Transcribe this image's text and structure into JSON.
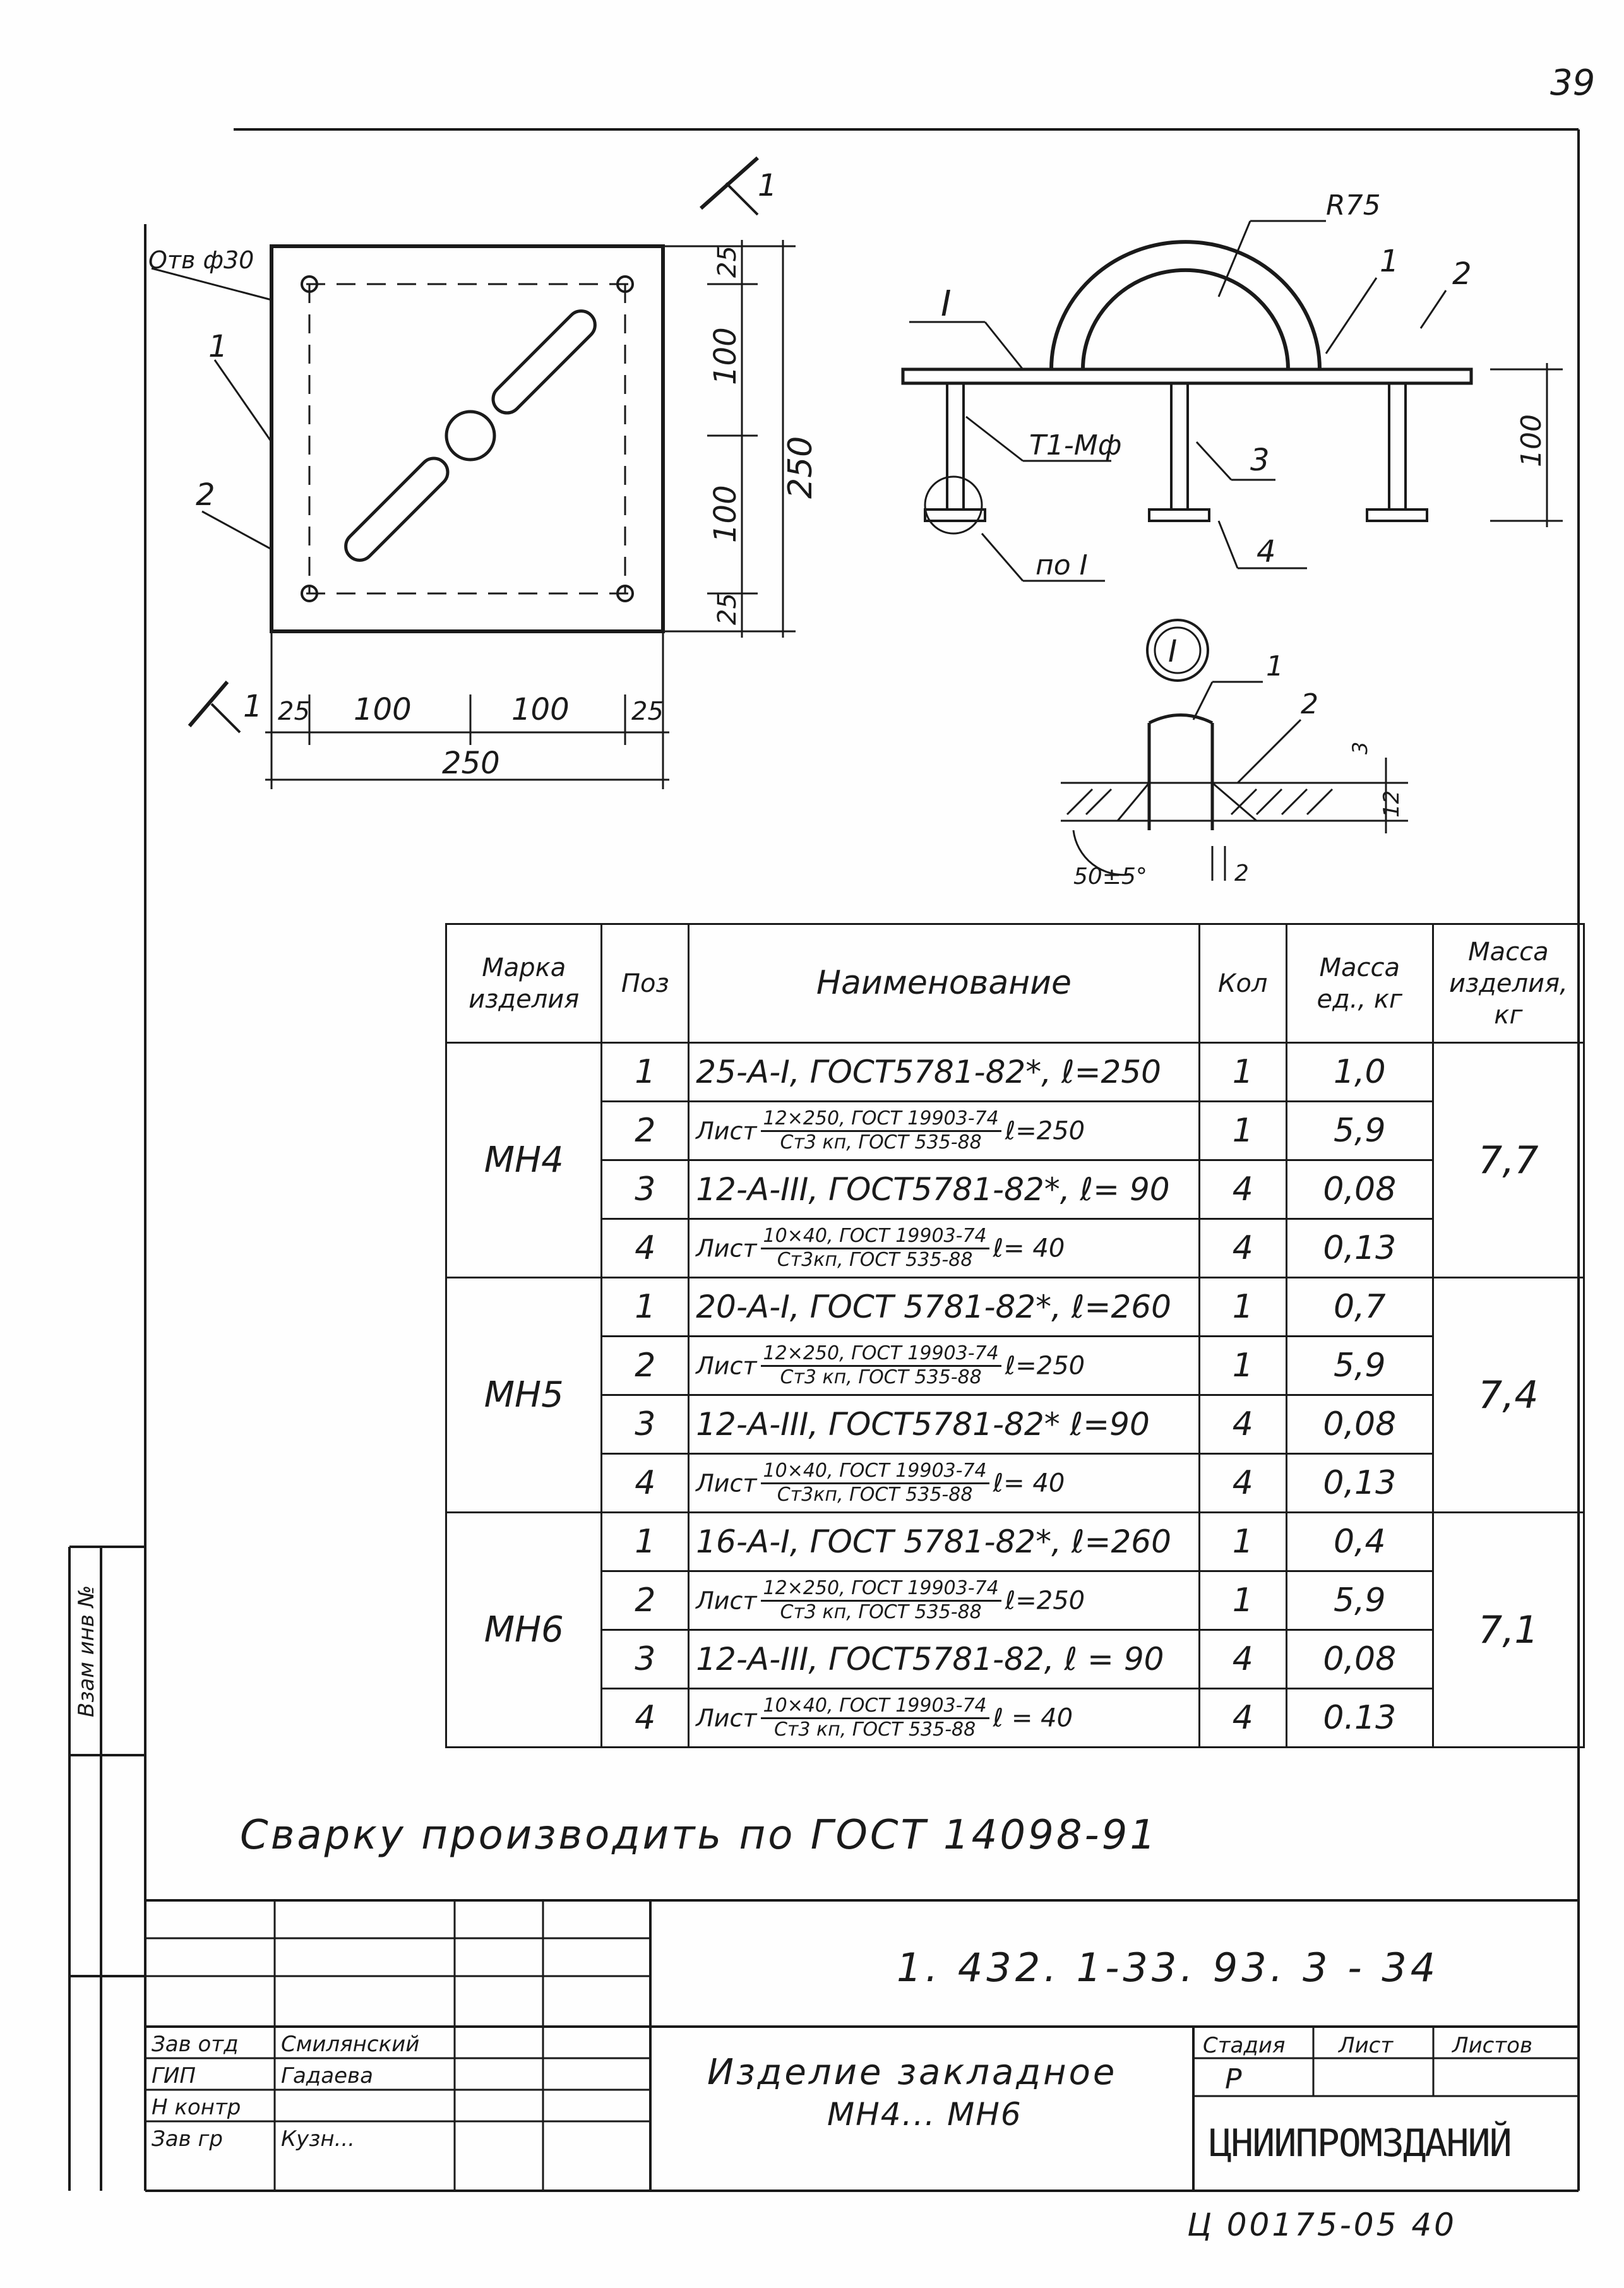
{
  "sheet_number": "39",
  "plan_view": {
    "hole_label": "Отв ф30",
    "callout_1": "1",
    "callout_2": "2",
    "section_mark": "1",
    "dims_vertical": [
      "25",
      "100",
      "100",
      "25"
    ],
    "dim_vertical_total": "250",
    "dims_horizontal": [
      "25",
      "100",
      "100",
      "25"
    ],
    "dim_horizontal_total": "250"
  },
  "section_view": {
    "radius_label": "R75",
    "callout_1": "1",
    "callout_2": "2",
    "callout_3": "3",
    "callout_4": "4",
    "node_mark": "I",
    "weld_label": "Т1-Мф",
    "node_ref": "по I",
    "height_dim": "100"
  },
  "detail_view": {
    "node_mark": "I",
    "callout_1": "1",
    "callout_2": "2",
    "dim_3": "3",
    "dim_12": "12",
    "angle": "50±5°",
    "gap": "2"
  },
  "table": {
    "headers": {
      "mark": "Марка изделия",
      "pos": "Поз",
      "name": "Наименование",
      "qty": "Кол",
      "unit_mass": "Масса ед., кг",
      "total_mass": "Масса изделия, кг"
    },
    "groups": [
      {
        "mark": "МН4",
        "total": "7,7",
        "rows": [
          {
            "pos": "1",
            "name": "25-А-I, ГОСТ5781-82*, ℓ=250",
            "qty": "1",
            "mass": "1,0"
          },
          {
            "pos": "2",
            "prefix": "Лист",
            "num": "12×250, ГОСТ 19903-74",
            "den": "Ст3 кп, ГОСТ 535-88",
            "suffix": "ℓ=250",
            "qty": "1",
            "mass": "5,9"
          },
          {
            "pos": "3",
            "name": "12-А-III, ГОСТ5781-82*, ℓ= 90",
            "qty": "4",
            "mass": "0,08"
          },
          {
            "pos": "4",
            "prefix": "Лист",
            "num": "10×40, ГОСТ 19903-74",
            "den": "Ст3кп, ГОСТ 535-88",
            "suffix": "ℓ= 40",
            "qty": "4",
            "mass": "0,13"
          }
        ]
      },
      {
        "mark": "МН5",
        "total": "7,4",
        "rows": [
          {
            "pos": "1",
            "name": "20-А-I, ГОСТ 5781-82*, ℓ=260",
            "qty": "1",
            "mass": "0,7"
          },
          {
            "pos": "2",
            "prefix": "Лист",
            "num": "12×250, ГОСТ 19903-74",
            "den": "Ст3 кп, ГОСТ 535-88",
            "suffix": "ℓ=250",
            "qty": "1",
            "mass": "5,9"
          },
          {
            "pos": "3",
            "name": "12-А-III, ГОСТ5781-82* ℓ=90",
            "qty": "4",
            "mass": "0,08"
          },
          {
            "pos": "4",
            "prefix": "Лист",
            "num": "10×40, ГОСТ 19903-74",
            "den": "Ст3кп, ГОСТ 535-88",
            "suffix": "ℓ= 40",
            "qty": "4",
            "mass": "0,13"
          }
        ]
      },
      {
        "mark": "МН6",
        "total": "7,1",
        "rows": [
          {
            "pos": "1",
            "name": "16-А-I, ГОСТ 5781-82*,  ℓ=260",
            "qty": "1",
            "mass": "0,4"
          },
          {
            "pos": "2",
            "prefix": "Лист",
            "num": "12×250, ГОСТ 19903-74",
            "den": "Ст3 кп, ГОСТ 535-88",
            "suffix": "ℓ=250",
            "qty": "1",
            "mass": "5,9"
          },
          {
            "pos": "3",
            "name": "12-А-III, ГОСТ5781-82, ℓ = 90",
            "qty": "4",
            "mass": "0,08"
          },
          {
            "pos": "4",
            "prefix": "Лист",
            "num": "10×40, ГОСТ 19903-74",
            "den": "Ст3 кп, ГОСТ 535-88",
            "suffix": "ℓ = 40",
            "qty": "4",
            "mass": "0.13"
          }
        ]
      }
    ]
  },
  "note": "Сварку производить по ГОСТ 14098-91",
  "title_block": {
    "doc_code": "1. 432. 1-33. 93. 3 - 34",
    "title_line1": "Изделие закладное",
    "title_line2": "МН4... МН6",
    "stage_label": "Стадия",
    "sheet_label": "Лист",
    "sheets_label": "Листов",
    "stage_value": "Р",
    "organization": "ЦНИИПРОМЗДАНИЙ",
    "roles": [
      "Зав отд",
      "ГИП",
      "Н контр",
      "Зав гр"
    ],
    "names": [
      "Смилянский",
      "Гадаева",
      "",
      "Кузн..."
    ],
    "side_stamp": "Взам инв №"
  },
  "footer_code": "Ц 00175-05   40"
}
